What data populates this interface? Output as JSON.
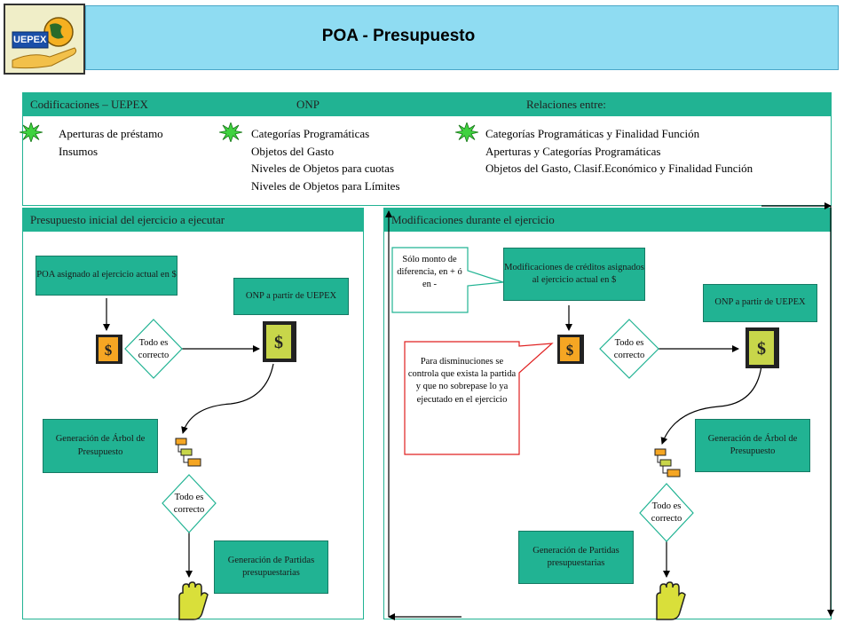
{
  "header": {
    "logo_text": "UEPEX",
    "title": "POA - Presupuesto"
  },
  "codificaciones": {
    "col1_header": "Codificaciones – UEPEX",
    "col2_header": "ONP",
    "col3_header": "Relaciones entre:",
    "col1_items": [
      "Aperturas de préstamo",
      "Insumos"
    ],
    "col2_items": [
      "Categorías Programáticas",
      "Objetos del Gasto",
      "Niveles de Objetos para cuotas",
      "Niveles de Objetos para Límites"
    ],
    "col3_items": [
      "Categorías Programáticas y Finalidad Función",
      "Aperturas y Categorías Programáticas",
      "Objetos del Gasto, Clasif.Económico y Finalidad Función"
    ]
  },
  "left_panel": {
    "header": "Presupuesto  inicial  del ejercicio  a ejecutar",
    "poa_box": "POA  asignado al ejercicio actual  en $",
    "onp_box": "ONP  a partir de UEPEX",
    "check1": "Todo es correcto",
    "arbol_box": "Generación de Árbol de Presupuesto",
    "check2": "Todo es correcto",
    "partidas_box": "Generación de Partidas presupuestarias"
  },
  "right_panel": {
    "header": "Modificaciones durante el ejercicio",
    "callout_monto": "Sólo monto de diferencia, en + ó en -",
    "modif_box": "Modificaciones de créditos asignados al ejercicio actual  en $",
    "onp_box": "ONP  a partir de UEPEX",
    "check1": "Todo es correcto",
    "callout_dismin": "Para disminuciones se controla que exista la partida y que no sobrepase lo ya ejecutado en el ejercicio",
    "arbol_box": "Generación de Árbol de Presupuesto",
    "check2": "Todo es correcto",
    "partidas_box": "Generación de Partidas presupuestarias"
  },
  "colors": {
    "teal": "#21b393",
    "title_blue": "#8fdcf2",
    "diamond_border": "#21b393",
    "callout_red": "#e02020",
    "icon_orange": "#f5a623",
    "icon_yellowgreen": "#c8d64a"
  }
}
